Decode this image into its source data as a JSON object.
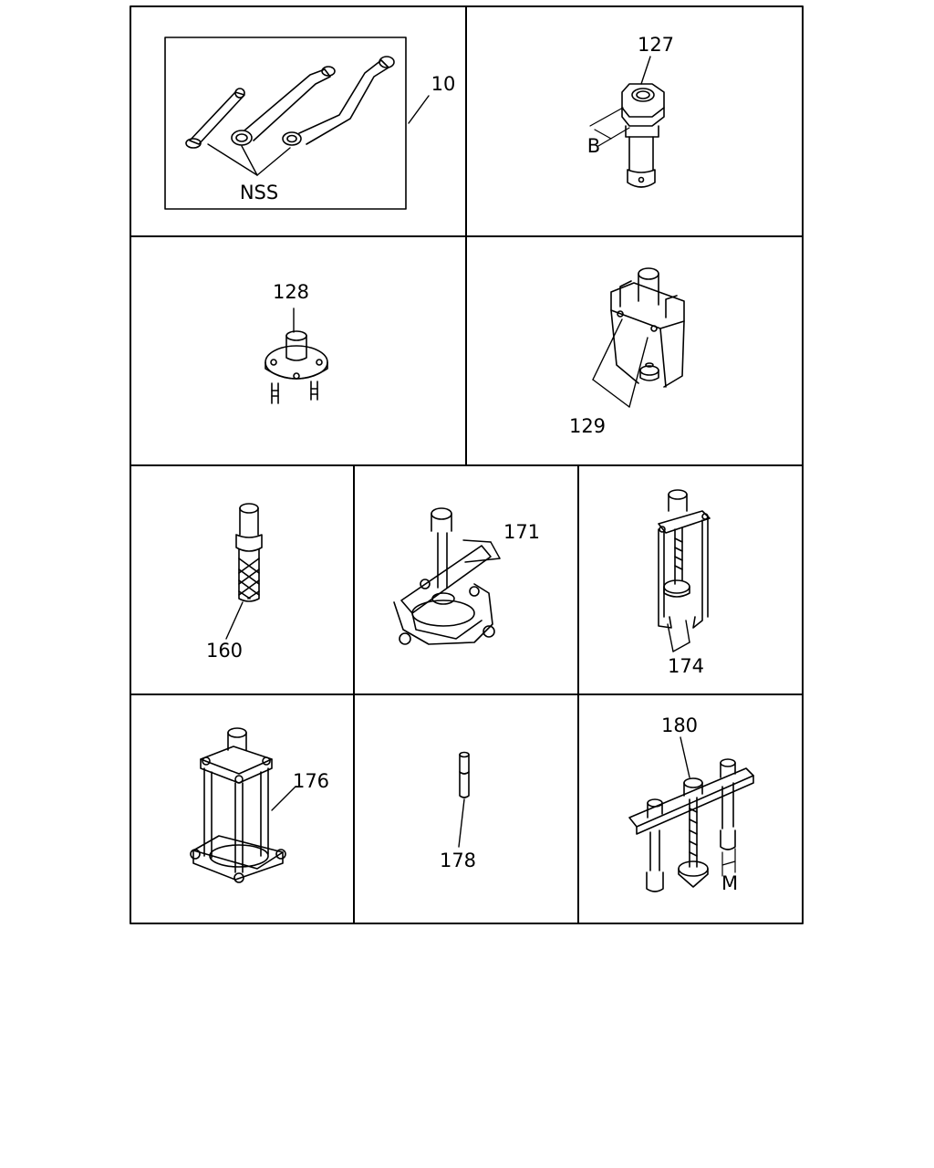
{
  "grid": {
    "line_color": "#000000",
    "background": "#ffffff"
  },
  "tools": {
    "wrench_set": {
      "item": "10",
      "note": "NSS",
      "icon": "ring-wrench-set-icon"
    },
    "socket_tool": {
      "item": "127",
      "dim": "B",
      "icon": "hex-socket-adapter-icon"
    },
    "flange_puller": {
      "item": "128",
      "icon": "flange-puller-icon"
    },
    "block_puller": {
      "item": "129",
      "icon": "block-puller-icon"
    },
    "remover_pin": {
      "item": "160",
      "icon": "knurled-remover-icon"
    },
    "bearing_separator": {
      "item": "171",
      "icon": "bearing-separator-icon"
    },
    "two_jaw_puller": {
      "item": "174",
      "icon": "two-jaw-puller-icon"
    },
    "cage_puller": {
      "item": "176",
      "icon": "cage-puller-icon"
    },
    "drift_pin": {
      "item": "178",
      "icon": "drift-pin-icon"
    },
    "bar_puller": {
      "item": "180",
      "dim": "M",
      "icon": "bar-puller-icon"
    }
  }
}
